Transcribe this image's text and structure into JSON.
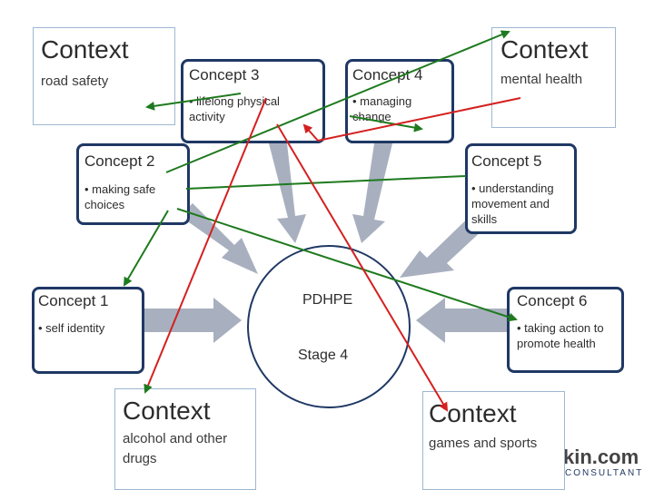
{
  "contexts": {
    "road": {
      "title": "Context",
      "subtitle": "road safety"
    },
    "mental": {
      "title": "Context",
      "subtitle": "mental health"
    },
    "alcohol": {
      "title": "Context",
      "subtitle": "alcohol and other drugs"
    },
    "games": {
      "title": "Context",
      "subtitle": "games and sports"
    }
  },
  "concepts": {
    "c1": {
      "title": "Concept 1",
      "bullet": "• self identity"
    },
    "c2": {
      "title": "Concept 2",
      "bullet": "• making safe choices"
    },
    "c3": {
      "title": "Concept 3",
      "bullet": "• lifelong physical activity"
    },
    "c4": {
      "title": "Concept 4",
      "bullet": "• managing change"
    },
    "c5": {
      "title": "Concept 5",
      "bullet": "• understanding movement and skills"
    },
    "c6": {
      "title": "Concept 6",
      "bullet": "• taking action to promote health"
    }
  },
  "hub": {
    "title": "PDHPE",
    "stage": "Stage 4"
  },
  "logo": {
    "main": "kin.com",
    "sub": "CONSULTANT"
  },
  "colors": {
    "concept_border": "#1f3864",
    "context_border": "#9db8d2",
    "grey_arrow": "#a8b0bf",
    "green_link": "#1e7a1e",
    "red_link": "#d42020"
  }
}
